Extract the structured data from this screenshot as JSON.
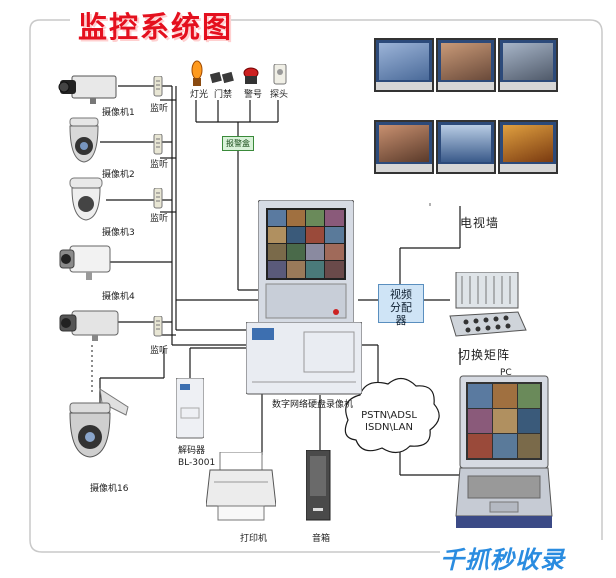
{
  "title": "监控系统图",
  "watermark": "千抓秒收录",
  "cameras": [
    {
      "label": "摄像机1"
    },
    {
      "label": "摄像机2"
    },
    {
      "label": "摄像机3"
    },
    {
      "label": "摄像机4"
    },
    {
      "label": "摄像机16"
    }
  ],
  "listen_label": "监听",
  "alarm_devices": [
    {
      "label": "灯光"
    },
    {
      "label": "门禁"
    },
    {
      "label": "警号"
    },
    {
      "label": "探头"
    }
  ],
  "alarm_box_label": "报警盒",
  "video_wall_label": "电视墙",
  "splitter_label": "视频分配器",
  "matrix_label": "切换矩阵",
  "dvr_label": "数字网络硬盘录像机",
  "network_label": "PSTN\\ADSL ISDN\\LAN",
  "pc_label": "PC",
  "decoder_label": "解码器",
  "decoder_model": "BL-3001",
  "printer_label": "打印机",
  "speaker_label": "音箱",
  "colors": {
    "title": "#e4101e",
    "wire": "#1a1a1a",
    "splitter_fill": "#cfe4f6",
    "alarm_box_fill": "#d9f2d9",
    "watermark": "#2a8ce0"
  }
}
